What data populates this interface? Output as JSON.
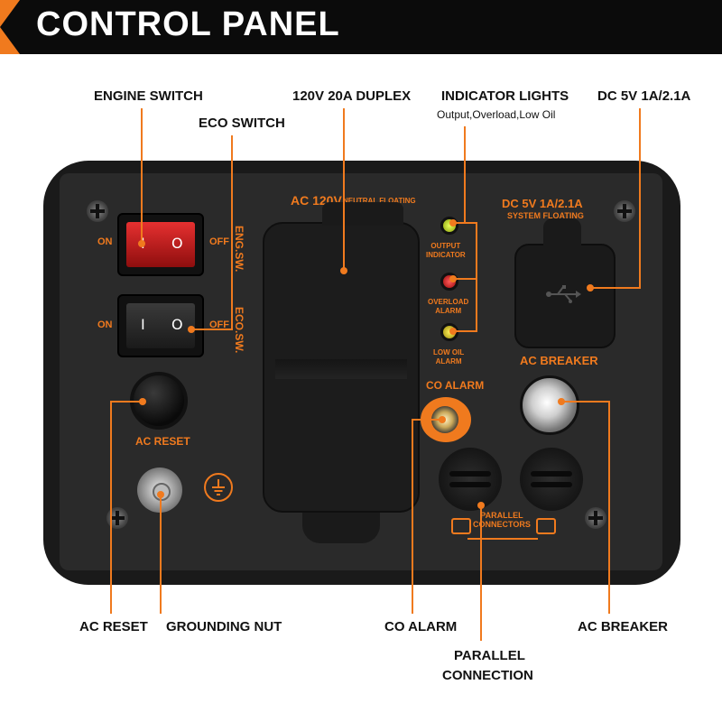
{
  "header": {
    "title": "CONTROL PANEL"
  },
  "callouts": {
    "engine_switch": "ENGINE SWITCH",
    "eco_switch": "ECO SWITCH",
    "duplex": "120V 20A DUPLEX",
    "indicator_lights": "INDICATOR LIGHTS",
    "indicator_sub": "Output,Overload,Low Oil",
    "dc": "DC 5V 1A/2.1A",
    "ac_reset": "AC RESET",
    "grounding_nut": "GROUNDING NUT",
    "co_alarm": "CO ALARM",
    "parallel_1": "PARALLEL",
    "parallel_2": "CONNECTION",
    "ac_breaker": "AC BREAKER"
  },
  "panel": {
    "engine_on": "ON",
    "engine_off": "OFF",
    "engine_vert": "ENG.SW.",
    "eco_on": "ON",
    "eco_off": "OFF",
    "eco_vert": "ECO.SW.",
    "ac_reset": "AC RESET",
    "ac120": "AC 120V",
    "neutral": "NEUTRAL FLOATING",
    "output_indicator_1": "OUTPUT",
    "output_indicator_2": "INDICATOR",
    "overload_1": "OVERLOAD",
    "overload_2": "ALARM",
    "lowoil_1": "LOW OIL",
    "lowoil_2": "ALARM",
    "dc_label": "DC 5V 1A/2.1A",
    "system_floating": "SYSTEM FLOATING",
    "ac_breaker": "AC BREAKER",
    "co_alarm": "CO ALARM",
    "parallel_1": "PARALLEL",
    "parallel_2": "CONNECTORS",
    "switch_on_glyph": "I",
    "switch_off_glyph": "O"
  },
  "colors": {
    "accent": "#f07a1e",
    "panel": "#2a2a2a",
    "led_green": "#c8e01a",
    "led_red": "#e01a1a",
    "led_yellow": "#e0c81a"
  },
  "icons": [
    "ground-icon",
    "usb-icon",
    "screw-icon"
  ]
}
